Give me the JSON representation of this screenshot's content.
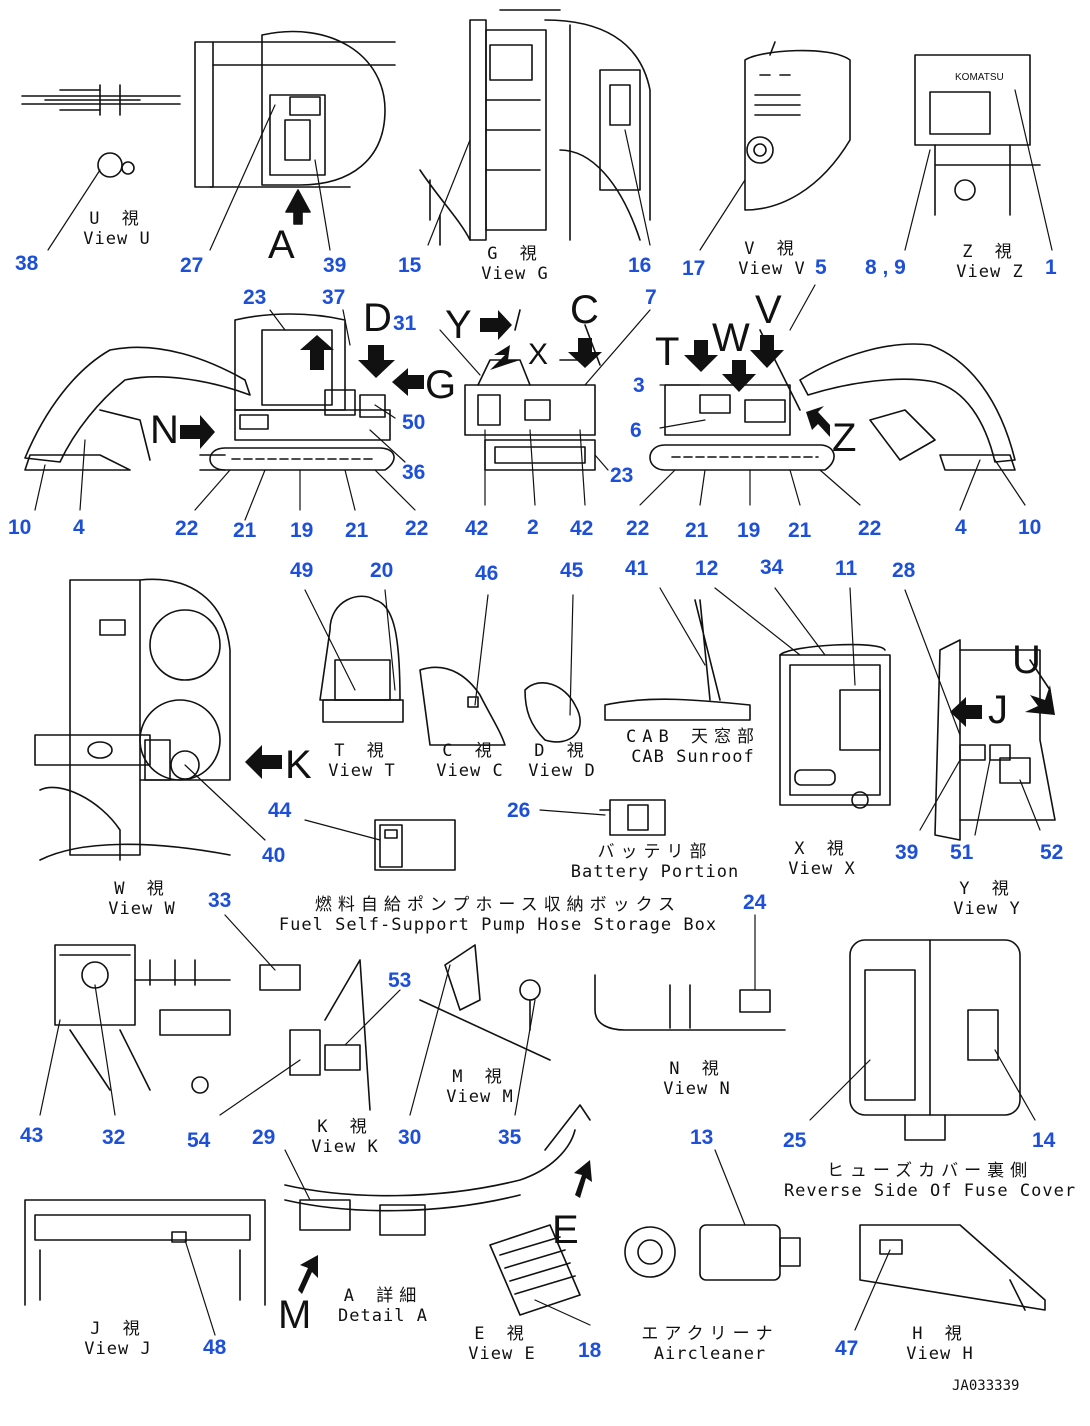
{
  "captions": {
    "view_u": {
      "ja": "U 視",
      "en": "View U"
    },
    "view_g": {
      "ja": "G 視",
      "en": "View G"
    },
    "view_v": {
      "ja": "V 視",
      "en": "View V"
    },
    "view_z": {
      "ja": "Z 視",
      "en": "View Z"
    },
    "view_w": {
      "ja": "W 視",
      "en": "View W"
    },
    "view_t": {
      "ja": "T 視",
      "en": "View T"
    },
    "view_c": {
      "ja": "C 視",
      "en": "View C"
    },
    "view_d": {
      "ja": "D 視",
      "en": "View D"
    },
    "cab_sunroof": {
      "ja": "CAB 天窓部",
      "en": "CAB Sunroof"
    },
    "battery": {
      "ja": "バッテリ部",
      "en": "Battery Portion"
    },
    "view_x": {
      "ja": "X 視",
      "en": "View X"
    },
    "view_y": {
      "ja": "Y 視",
      "en": "View Y"
    },
    "fuel_box": {
      "ja": "燃料自給ポンプホース収納ボックス",
      "en": "Fuel Self-Support Pump Hose Storage Box"
    },
    "view_k": {
      "ja": "K 視",
      "en": "View K"
    },
    "view_m": {
      "ja": "M 視",
      "en": "View M"
    },
    "view_n": {
      "ja": "N 視",
      "en": "View N"
    },
    "fuse": {
      "ja": "ヒューズカバー裏側",
      "en": "Reverse Side Of Fuse Cover"
    },
    "view_j": {
      "ja": "J 視",
      "en": "View J"
    },
    "detail_a": {
      "ja": "A 詳細",
      "en": "Detail A"
    },
    "view_e": {
      "ja": "E 視",
      "en": "View E"
    },
    "aircleaner": {
      "ja": "エアクリーナ",
      "en": "Aircleaner"
    },
    "view_h": {
      "ja": "H 視",
      "en": "View H"
    }
  },
  "view_letters": {
    "a": "A",
    "n": "N",
    "d": "D",
    "y": "Y",
    "c": "C",
    "g": "G",
    "x": "X",
    "t": "T",
    "w": "W",
    "v": "V",
    "z": "Z",
    "k": "K",
    "j": "J",
    "u": "U",
    "m": "M",
    "e": "E"
  },
  "callouts": {
    "n38": "38",
    "n27": "27",
    "n39a": "39",
    "n15": "15",
    "n16": "16",
    "n17": "17",
    "n5": "5",
    "n8_9": "8 , 9",
    "n1": "1",
    "n23a": "23",
    "n37": "37",
    "n31": "31",
    "n7": "7",
    "n3": "3",
    "n50": "50",
    "n6": "6",
    "n36": "36",
    "n23b": "23",
    "n10a": "10",
    "n4a": "4",
    "n22a": "22",
    "n21a": "21",
    "n19a": "19",
    "n21b": "21",
    "n22b": "22",
    "n42a": "42",
    "n2": "2",
    "n42b": "42",
    "n22c": "22",
    "n21c": "21",
    "n19b": "19",
    "n21d": "21",
    "n22d": "22",
    "n4b": "4",
    "n10b": "10",
    "n49": "49",
    "n20": "20",
    "n46": "46",
    "n45": "45",
    "n41": "41",
    "n12": "12",
    "n34": "34",
    "n11": "11",
    "n28": "28",
    "n44": "44",
    "n26": "26",
    "n40": "40",
    "n39b": "39",
    "n51": "51",
    "n52": "52",
    "n33": "33",
    "n53": "53",
    "n24": "24",
    "n43": "43",
    "n32": "32",
    "n54": "54",
    "n30": "30",
    "n35": "35",
    "n25": "25",
    "n14": "14",
    "n29": "29",
    "n13": "13",
    "n48": "48",
    "n18": "18",
    "n47": "47"
  },
  "drawing_code": "JA033339",
  "logo_text": "KOMATSU",
  "colors": {
    "callout": "#1d4fd8",
    "line": "#111111",
    "background": "#ffffff"
  }
}
